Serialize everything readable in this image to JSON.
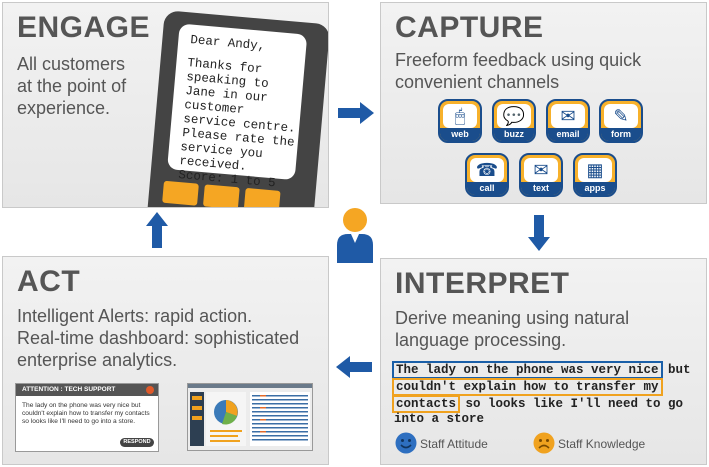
{
  "engage": {
    "title": "ENGAGE",
    "lines": [
      "All customers",
      "at the point of",
      "experience."
    ],
    "sms": [
      "Dear Andy,",
      "",
      "Thanks for",
      "speaking to",
      "Jane in our",
      "customer",
      "service centre.",
      "Please rate the",
      "service you",
      "received.",
      "Score: 1 to 5"
    ]
  },
  "capture": {
    "title": "CAPTURE",
    "lines": [
      "Freeform feedback using quick",
      "convenient channels"
    ],
    "channels": [
      {
        "label": "web",
        "icon": "mouse-icon"
      },
      {
        "label": "buzz",
        "icon": "chat-bubbles-icon"
      },
      {
        "label": "email",
        "icon": "envelope-icon"
      },
      {
        "label": "form",
        "icon": "pencil-form-icon"
      },
      {
        "label": "call",
        "icon": "phone-icon"
      },
      {
        "label": "text",
        "icon": "text-message-icon"
      },
      {
        "label": "apps",
        "icon": "app-grid-icon"
      }
    ]
  },
  "act": {
    "title": "ACT",
    "lines": [
      "Intelligent Alerts: rapid action.",
      "Real-time dashboard: sophisticated",
      "enterprise analytics."
    ],
    "alert": {
      "header": "ATTENTION : TECH SUPPORT",
      "body": "The lady on the phone was very nice but couldn't explain how to transfer my contacts so looks like I'll need to go into a store.",
      "button": "RESPOND"
    }
  },
  "interpret": {
    "title": "INTERPRET",
    "lines": [
      "Derive meaning using natural",
      "language processing."
    ],
    "feedback": {
      "seg1_hl": "The lady on the phone was very nice",
      "seg1_rest": " but",
      "seg2_hl": "couldn't explain how to transfer my",
      "seg3_hl": "contacts",
      "seg3_rest": " so looks like I'll need to go",
      "seg4": "into a store"
    },
    "tags": [
      {
        "label": "Staff Attitude",
        "sentiment": "positive",
        "color": "#2e6fc0"
      },
      {
        "label": "Staff Knowledge",
        "sentiment": "negative",
        "color": "#f0a21f"
      }
    ]
  },
  "colors": {
    "arrow": "#1f5aa6",
    "accent_orange": "#f5a623",
    "accent_blue": "#1a4d8c"
  }
}
